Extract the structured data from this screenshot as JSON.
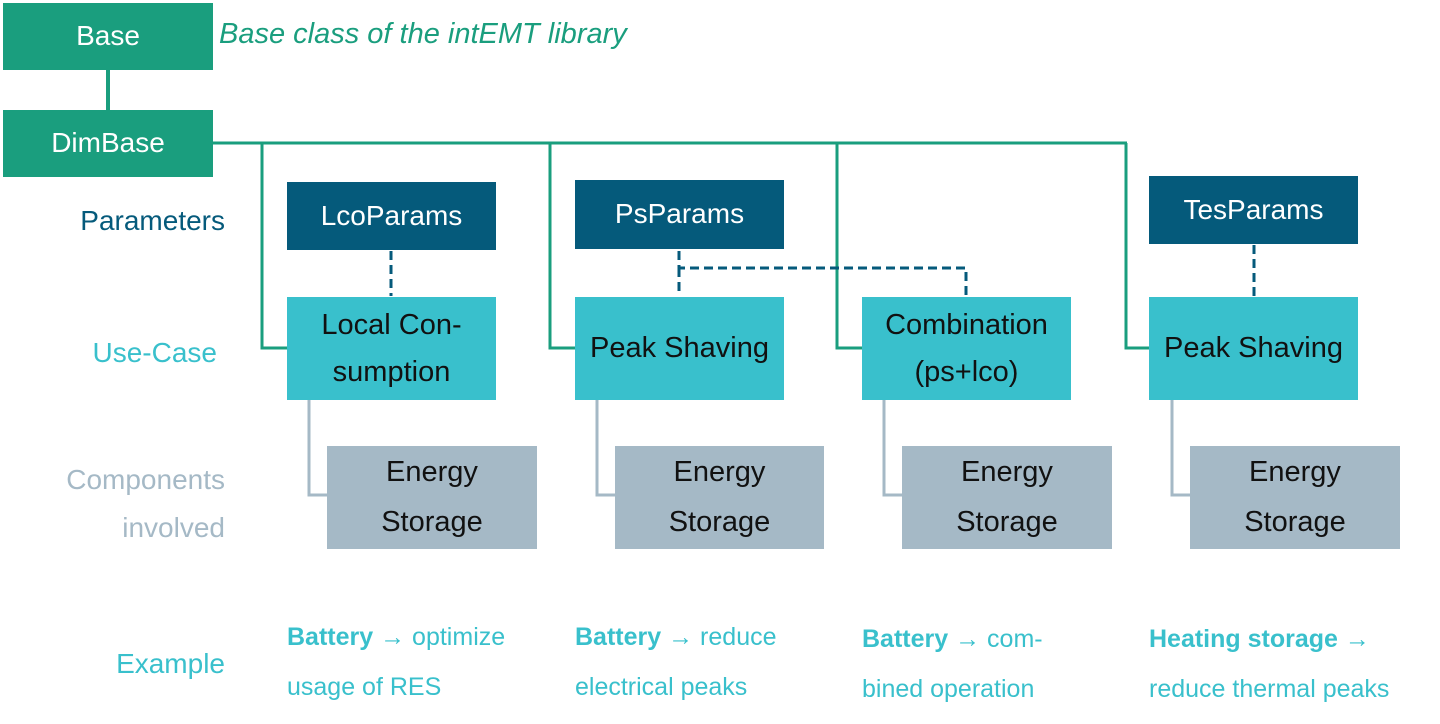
{
  "base": {
    "label": "Base",
    "caption": "Base class of the intEMT library"
  },
  "dimbase": {
    "label": "DimBase"
  },
  "row_labels": {
    "parameters": "Parameters",
    "use_case": "Use-Case",
    "components_line1": "Components",
    "components_line2": "involved",
    "example": "Example"
  },
  "params": [
    {
      "label": "LcoParams"
    },
    {
      "label": "PsParams"
    },
    {
      "label": "TesParams"
    }
  ],
  "use_cases": [
    {
      "line1": "Local Con-",
      "line2": "sumption"
    },
    {
      "line1": "Peak Shaving",
      "line2": ""
    },
    {
      "line1": "Combination",
      "line2": "(ps+lco)"
    },
    {
      "line1": "Peak Shaving",
      "line2": ""
    }
  ],
  "components": [
    {
      "line1": "Energy",
      "line2": "Storage"
    },
    {
      "line1": "Energy",
      "line2": "Storage"
    },
    {
      "line1": "Energy",
      "line2": "Storage"
    },
    {
      "line1": "Energy",
      "line2": "Storage"
    }
  ],
  "examples": [
    {
      "bold": "Battery",
      "arrow": "→",
      "rest1": " optimize",
      "line2": "usage of RES"
    },
    {
      "bold": "Battery",
      "arrow": "→",
      "rest1": " reduce",
      "line2": "electrical peaks"
    },
    {
      "bold": "Battery",
      "arrow": "→",
      "rest1": " com-",
      "line2": "bined operation"
    },
    {
      "bold": "Heating storage",
      "arrow": "→",
      "rest1": "",
      "line2": "reduce thermal peaks"
    }
  ],
  "colors": {
    "base_green": "#1a9e7e",
    "params_navy": "#055a7b",
    "usecase_cyan": "#39c0cc",
    "component_grey": "#a5b9c6"
  }
}
